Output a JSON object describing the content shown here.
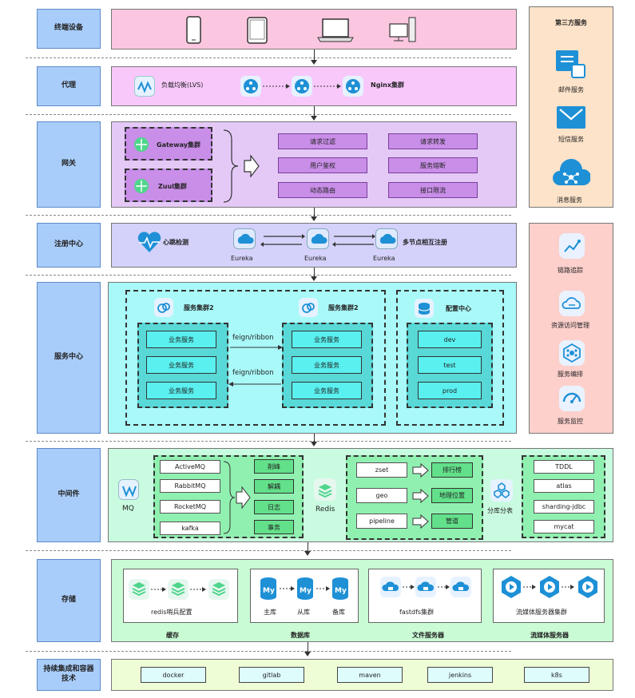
{
  "layers": {
    "terminal": "终端设备",
    "proxy": "代理",
    "gateway": "网关",
    "registry": "注册中心",
    "service": "服务中心",
    "middleware": "中间件",
    "storage": "存储",
    "ci": "持续集成和容器技术"
  },
  "proxy": {
    "lvs": "负载均衡(LVS)",
    "nginx": "Nginx集群"
  },
  "gateway": {
    "gateway_cluster": "Gateway集群",
    "zuul_cluster": "Zuul集群",
    "functions": [
      "请求过滤",
      "请求转发",
      "用户鉴权",
      "服务熔断",
      "动态路由",
      "接口限流"
    ]
  },
  "registry": {
    "heartbeat": "心跳检测",
    "nodes": [
      "Eureka",
      "Eureka",
      "Eureka"
    ],
    "note": "多节点相互注册"
  },
  "service": {
    "cluster_left": "服务集群2",
    "cluster_right": "服务集群2",
    "items": [
      "业务服务",
      "业务服务",
      "业务服务"
    ],
    "link1": "feign/ribbon",
    "link2": "feign/ribbon",
    "config_title": "配置中心",
    "envs": [
      "dev",
      "test",
      "prod"
    ]
  },
  "middleware": {
    "mq_label": "MQ",
    "mqs": [
      "ActiveMQ",
      "RabbitMQ",
      "RocketMQ",
      "kafka"
    ],
    "mq_uses": [
      "削峰",
      "解耦",
      "日志",
      "事务"
    ],
    "redis_label": "Redis",
    "redis_types": [
      "zset",
      "geo",
      "pipeline"
    ],
    "redis_uses": [
      "排行榜",
      "地理位置",
      "管道"
    ],
    "shard_label": "分库分表",
    "shards": [
      "TDDL",
      "atlas",
      "sharding-jdbc",
      "mycat"
    ]
  },
  "storage": {
    "cache_caption": "redis哨兵配置",
    "db_nodes": [
      "主库",
      "从库",
      "备库"
    ],
    "fs_caption": "fastdfs集群",
    "media_caption": "流媒体服务器集群",
    "groups": [
      "缓存",
      "数据库",
      "文件服务器",
      "流媒体服务器"
    ]
  },
  "ci": {
    "tools": [
      "docker",
      "gitlab",
      "maven",
      "jenkins",
      "k8s"
    ]
  },
  "third_party": {
    "title": "第三方服务",
    "items": [
      "邮件服务",
      "短信服务",
      "消息服务"
    ]
  },
  "ops": {
    "items": [
      "链路追踪",
      "资源访问管理",
      "服务编排",
      "服务监控"
    ]
  },
  "colors": {
    "terminal_bg": "#fbc6e0",
    "proxy_bg": "#f8c8fb",
    "gateway_bg": "#e4c9f7",
    "registry_bg": "#d4d1fa",
    "service_bg": "#a9f9f9",
    "middleware_bg": "#c9fbe0",
    "storage_bg": "#c9fbd4",
    "ci_bg": "#eefdd6",
    "third_bg": "#fde3c9",
    "ops_bg": "#fdd0cc",
    "label_bg": "#a9cdfa",
    "icon_blue": "#1e90d6"
  }
}
